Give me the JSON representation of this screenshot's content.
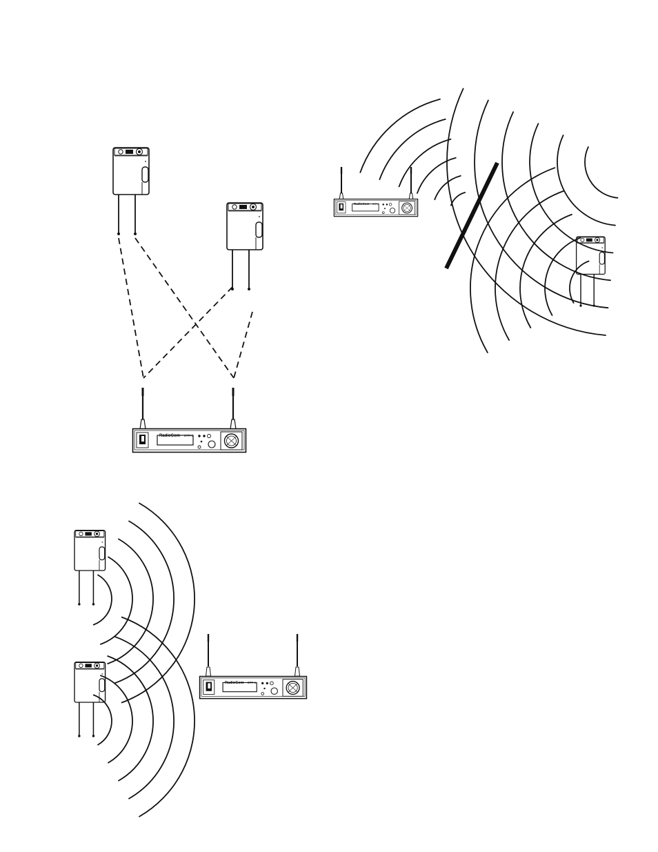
{
  "receiver": {
    "brand_label": "RadioCom",
    "model_label": "BTR-1"
  },
  "colors": {
    "line": "#111111",
    "background": "#ffffff"
  },
  "icons": {
    "beltpack": "beltpack-transmitter-icon",
    "receiver": "base-station-receiver-icon",
    "wave": "radio-wave-arcs",
    "obstacle": "reflecting-wall"
  }
}
